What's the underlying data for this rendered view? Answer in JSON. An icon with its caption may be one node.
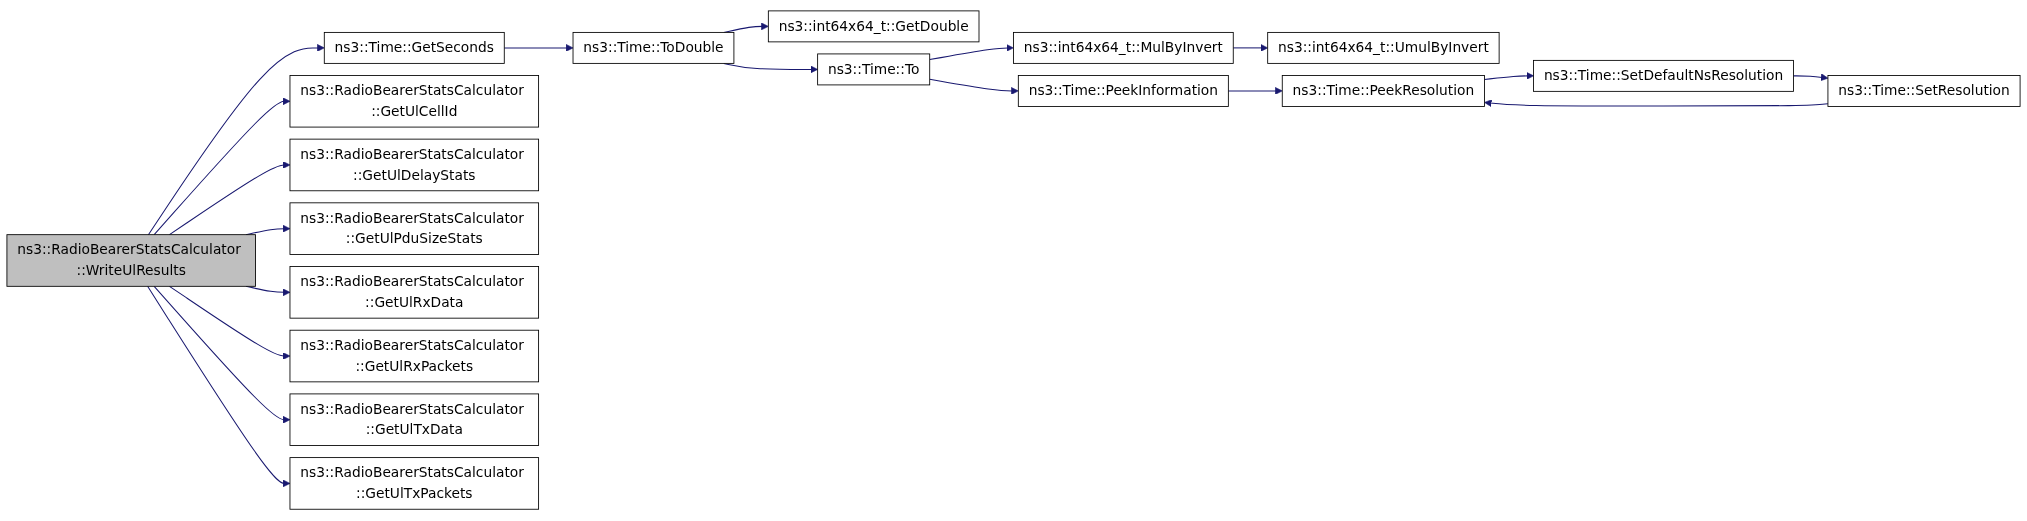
{
  "diagram": {
    "nodes": [
      {
        "text": [
          "ns3::RadioBearerStatsCalculator ::WriteUlResults"
        ]
      },
      {
        "text": [
          "ns3::Time::GetSeconds"
        ]
      },
      {
        "text": [
          "ns3::RadioBearerStatsCalculator ::GetUlCellId"
        ]
      },
      {
        "text": [
          "ns3::RadioBearerStatsCalculator ::GetUlDelayStats"
        ]
      },
      {
        "text": [
          "ns3::RadioBearerStatsCalculator ::GetUlPduSizeStats"
        ]
      },
      {
        "text": [
          "ns3::RadioBearerStatsCalculator ::GetUlRxData"
        ]
      },
      {
        "text": [
          "ns3::RadioBearerStatsCalculator ::GetUlRxPackets"
        ]
      },
      {
        "text": [
          "ns3::RadioBearerStatsCalculator ::GetUlTxData"
        ]
      },
      {
        "text": [
          "ns3::RadioBearerStatsCalculator ::GetUlTxPackets"
        ]
      },
      {
        "text": [
          "ns3::Time::ToDouble"
        ]
      },
      {
        "text": [
          "ns3::int64x64_t::GetDouble"
        ]
      },
      {
        "text": [
          "ns3::Time::To"
        ]
      },
      {
        "text": [
          "ns3::int64x64_t::MulByInvert"
        ]
      },
      {
        "text": [
          "ns3::Time::PeekInformation"
        ]
      },
      {
        "text": [
          "ns3::int64x64_t::UmulByInvert"
        ]
      },
      {
        "text": [
          "ns3::Time::PeekResolution"
        ]
      },
      {
        "text": [
          "ns3::Time::SetDefaultNsResolution"
        ]
      },
      {
        "text": [
          "ns3::Time::SetResolution"
        ]
      }
    ],
    "edges": [
      {
        "from": 0,
        "to": 1,
        "arrow": "to"
      },
      {
        "from": 0,
        "to": 2,
        "arrow": "to"
      },
      {
        "from": 0,
        "to": 3,
        "arrow": "to"
      },
      {
        "from": 0,
        "to": 4,
        "arrow": "to"
      },
      {
        "from": 0,
        "to": 5,
        "arrow": "to"
      },
      {
        "from": 0,
        "to": 6,
        "arrow": "to"
      },
      {
        "from": 0,
        "to": 7,
        "arrow": "to"
      },
      {
        "from": 0,
        "to": 8,
        "arrow": "to"
      },
      {
        "from": 1,
        "to": 9,
        "arrow": "to"
      },
      {
        "from": 9,
        "to": 10,
        "arrow": "to"
      },
      {
        "from": 9,
        "to": 11,
        "arrow": "to"
      },
      {
        "from": 11,
        "to": 12,
        "arrow": "to"
      },
      {
        "from": 11,
        "to": 13,
        "arrow": "to"
      },
      {
        "from": 12,
        "to": 14,
        "arrow": "to"
      },
      {
        "from": 13,
        "to": 15,
        "arrow": "to"
      },
      {
        "from": 15,
        "to": 16,
        "arrow": "to"
      },
      {
        "from": 16,
        "to": 17,
        "arrow": "to"
      },
      {
        "from": 17,
        "to": 15,
        "arrow": "to"
      }
    ]
  }
}
